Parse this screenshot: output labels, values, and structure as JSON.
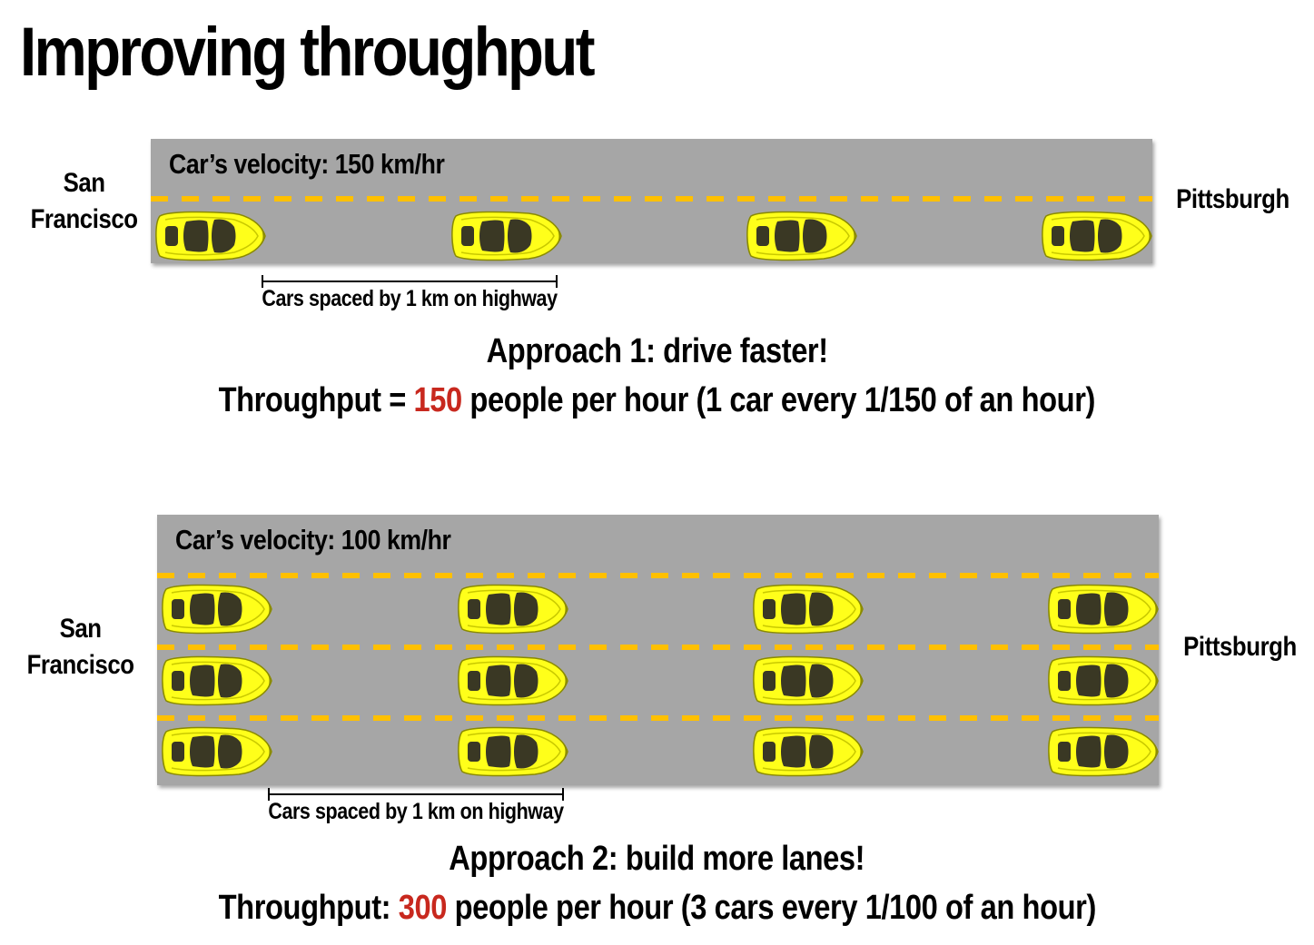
{
  "title": "Improving throughput",
  "colors": {
    "road": "#a6a6a6",
    "lane_marking": "#ffc000",
    "car_body": "#ffff1a",
    "highlight": "#c8281e"
  },
  "diagram1": {
    "origin": [
      "San",
      "Francisco"
    ],
    "destination": "Pittsburgh",
    "velocity_label": "Car’s velocity: 150 km/hr",
    "spacing_label": "Cars spaced by 1 km on highway",
    "lanes": 1,
    "cars_per_lane": 4,
    "approach": "Approach 1: drive faster!",
    "throughput_prefix": "Throughput = ",
    "throughput_value": "150",
    "throughput_suffix": " people per hour (1 car every 1/150 of an hour)"
  },
  "diagram2": {
    "origin": [
      "San",
      "Francisco"
    ],
    "destination": "Pittsburgh",
    "velocity_label": "Car’s velocity: 100 km/hr",
    "spacing_label": "Cars spaced by 1 km on highway",
    "lanes": 3,
    "cars_per_lane": 4,
    "approach": "Approach 2: build more lanes!",
    "throughput_prefix": "Throughput: ",
    "throughput_value": "300",
    "throughput_suffix": " people per hour (3 cars every 1/100 of an hour)"
  }
}
